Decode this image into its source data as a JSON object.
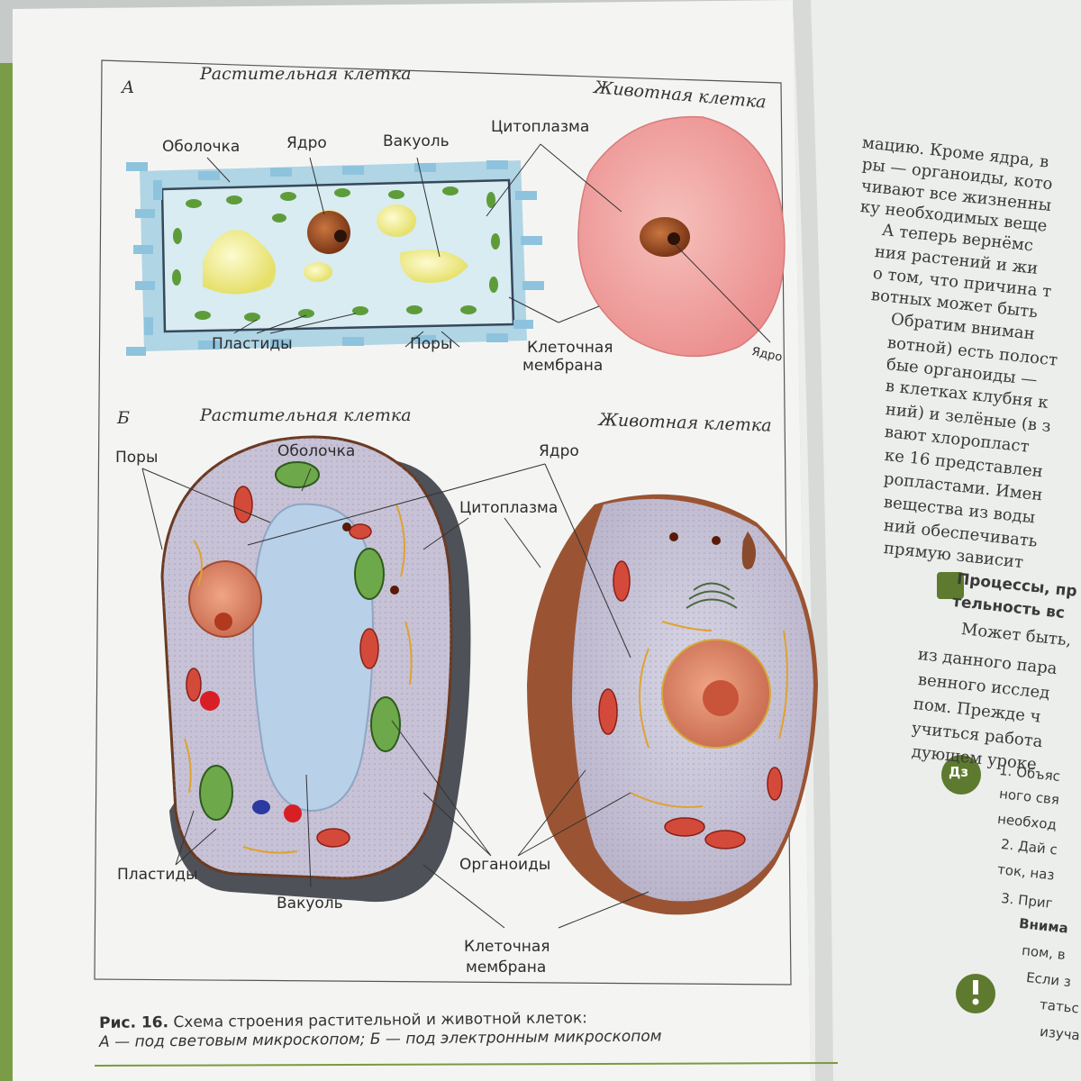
{
  "panel_a": {
    "letter": "А",
    "plant_title": "Растительная клетка",
    "animal_title": "Животная клетка",
    "labels": {
      "obolochka": "Оболочка",
      "yadro": "Ядро",
      "vakuol": "Вакуоль",
      "tsitoplazma": "Цитоплазма",
      "plastidy": "Пластиды",
      "pory": "Поры",
      "membrana_1": "Клеточная",
      "membrana_2": "мембрана",
      "yadro_animal": "Ядро"
    }
  },
  "panel_b": {
    "letter": "Б",
    "plant_title": "Растительная клетка",
    "animal_title": "Животная клетка",
    "labels": {
      "pory": "Поры",
      "obolochka": "Оболочка",
      "yadro": "Ядро",
      "tsitoplazma": "Цитоплазма",
      "plastidy": "Пластиды",
      "vakuol": "Вакуоль",
      "organoidy": "Органоиды",
      "membrana_1": "Клеточная",
      "membrana_2": "мембрана"
    }
  },
  "caption": {
    "fig": "Рис. 16.",
    "line1": "Схема строения растительной и животной клеток:",
    "line2": "А — под световым микроскопом; Б — под электронным микроскопом"
  },
  "right_page": {
    "lines": [
      "мацию. Кроме ядра, в",
      "ры — органоиды, кото",
      "чивают все жизненны",
      "ку необходимых веще",
      "А теперь вернёмс",
      "ния растений и жи",
      "о том, что причина т",
      "вотных может быть",
      "Обратим вниман",
      "вотной) есть полост",
      "бые органоиды —",
      "в клетках клубня к",
      "ний) и зелёные (в з",
      "вают хлоропласт",
      "ке 16 представлен",
      "ропластами. Имен",
      "вещества из воды",
      "ний обеспечивать",
      "прямую зависит"
    ],
    "heading_1": "Процессы, пр",
    "heading_2": "тельность вс",
    "lines2": [
      "Может быть,",
      "из данного пара",
      "венного исслед",
      "пом. Прежде ч",
      "учиться работа",
      "дующем уроке"
    ],
    "hw_icon": "Дз",
    "hw_lines": [
      "1. Объяс",
      "ного свя",
      "необход",
      "2. Дай с",
      "ток, наз",
      "3. Приг"
    ],
    "attention": "Внима",
    "att_lines": [
      "пом, в",
      "Если з",
      "татьс",
      "изуча"
    ]
  },
  "colors": {
    "page": "#f5f6f4",
    "cell_wall": "#9ccde2",
    "plastid": "#5e9c3a",
    "vacuole": "#f1ee8a",
    "nucleus": "#8a3a1c",
    "animal_cell": "#f0a4a2",
    "membrane_brown": "#9a5433",
    "wall_dark": "#4a4d52",
    "accent_green": "#6b8a3a"
  }
}
